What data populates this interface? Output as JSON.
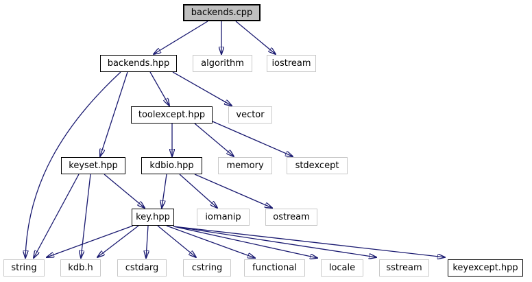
{
  "diagram": {
    "kind": "include-dependency-graph",
    "colors": {
      "edge": "#191970",
      "root_fill": "#bfbfbf",
      "internal_border": "#000000",
      "system_border": "#c8c8c8",
      "background": "#ffffff",
      "text": "#000000"
    },
    "nodes": [
      {
        "id": "backends-cpp",
        "label": "backends.cpp",
        "kind": "root"
      },
      {
        "id": "backends-hpp",
        "label": "backends.hpp",
        "kind": "internal"
      },
      {
        "id": "algorithm",
        "label": "algorithm",
        "kind": "system"
      },
      {
        "id": "iostream",
        "label": "iostream",
        "kind": "system"
      },
      {
        "id": "toolexcept-hpp",
        "label": "toolexcept.hpp",
        "kind": "internal"
      },
      {
        "id": "vector",
        "label": "vector",
        "kind": "system"
      },
      {
        "id": "keyset-hpp",
        "label": "keyset.hpp",
        "kind": "internal"
      },
      {
        "id": "kdbio-hpp",
        "label": "kdbio.hpp",
        "kind": "internal"
      },
      {
        "id": "memory",
        "label": "memory",
        "kind": "system"
      },
      {
        "id": "stdexcept",
        "label": "stdexcept",
        "kind": "system"
      },
      {
        "id": "key-hpp",
        "label": "key.hpp",
        "kind": "internal"
      },
      {
        "id": "iomanip",
        "label": "iomanip",
        "kind": "system"
      },
      {
        "id": "ostream",
        "label": "ostream",
        "kind": "system"
      },
      {
        "id": "string",
        "label": "string",
        "kind": "system"
      },
      {
        "id": "kdb-h",
        "label": "kdb.h",
        "kind": "system"
      },
      {
        "id": "cstdarg",
        "label": "cstdarg",
        "kind": "system"
      },
      {
        "id": "cstring",
        "label": "cstring",
        "kind": "system"
      },
      {
        "id": "functional",
        "label": "functional",
        "kind": "system"
      },
      {
        "id": "locale",
        "label": "locale",
        "kind": "system"
      },
      {
        "id": "sstream",
        "label": "sstream",
        "kind": "system"
      },
      {
        "id": "keyexcept-hpp",
        "label": "keyexcept.hpp",
        "kind": "internal"
      }
    ],
    "edges": [
      {
        "from": "backends-cpp",
        "to": "backends-hpp"
      },
      {
        "from": "backends-cpp",
        "to": "algorithm"
      },
      {
        "from": "backends-cpp",
        "to": "iostream"
      },
      {
        "from": "backends-hpp",
        "to": "toolexcept.hpp"
      },
      {
        "from": "backends-hpp",
        "to": "vector"
      },
      {
        "from": "backends-hpp",
        "to": "keyset.hpp"
      },
      {
        "from": "backends-hpp",
        "to": "string"
      },
      {
        "from": "keyset-hpp",
        "to": "string"
      },
      {
        "from": "keyset-hpp",
        "to": "kdb.h"
      },
      {
        "from": "keyset-hpp",
        "to": "key.hpp"
      },
      {
        "from": "toolexcept-hpp",
        "to": "kdbio.hpp"
      },
      {
        "from": "toolexcept-hpp",
        "to": "memory"
      },
      {
        "from": "toolexcept-hpp",
        "to": "stdexcept"
      },
      {
        "from": "kdbio-hpp",
        "to": "key.hpp"
      },
      {
        "from": "kdbio-hpp",
        "to": "iomanip"
      },
      {
        "from": "kdbio-hpp",
        "to": "ostream"
      },
      {
        "from": "key-hpp",
        "to": "string"
      },
      {
        "from": "key-hpp",
        "to": "kdb.h"
      },
      {
        "from": "key-hpp",
        "to": "cstdarg"
      },
      {
        "from": "key-hpp",
        "to": "cstring"
      },
      {
        "from": "key-hpp",
        "to": "functional"
      },
      {
        "from": "key-hpp",
        "to": "locale"
      },
      {
        "from": "key-hpp",
        "to": "sstream"
      },
      {
        "from": "key-hpp",
        "to": "keyexcept.hpp"
      }
    ]
  }
}
